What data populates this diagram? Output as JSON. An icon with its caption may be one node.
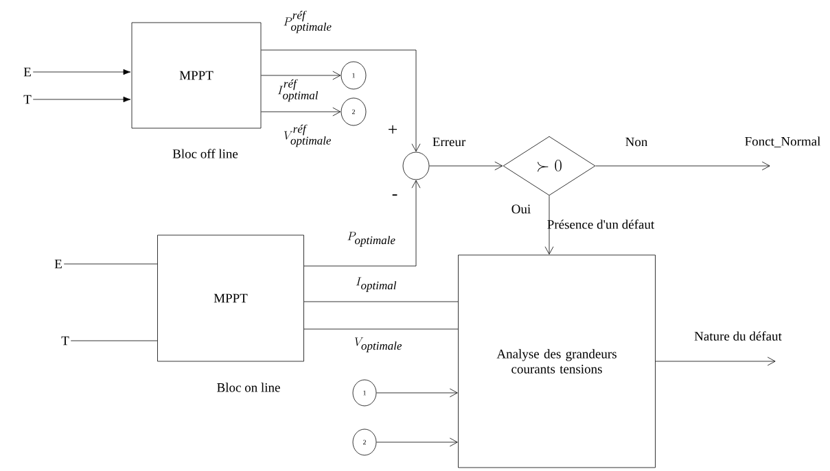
{
  "diagram": {
    "nodes": [
      {
        "text": [
          "E"
        ]
      },
      {
        "text": [
          "T"
        ]
      },
      {
        "text": [
          "MPPT"
        ],
        "beside": [
          "Bloc off line"
        ]
      },
      {
        "text": [
          "1"
        ]
      },
      {
        "text": [
          "2"
        ]
      },
      {
        "text": [],
        "shape": "circle"
      },
      {
        "text": [
          "\\succ 0"
        ]
      },
      {
        "text": [
          "E"
        ]
      },
      {
        "text": [
          "T"
        ]
      },
      {
        "text": [
          "MPPT"
        ],
        "beside": [
          "Bloc on line"
        ]
      },
      {
        "text": [
          "Analyse des grandeurs courants tensions"
        ]
      },
      {
        "text": [
          "1"
        ]
      },
      {
        "text": [
          "2"
        ]
      }
    ],
    "edges": [
      {
        "from": 0,
        "to": 2,
        "arrow": "to"
      },
      {
        "from": 1,
        "to": 2,
        "arrow": "to"
      },
      {
        "from": 2,
        "to": 5,
        "arrow": "to",
        "label": "P^{\\textit{réf}}_{\\textit{optimale}}"
      },
      {
        "from": 2,
        "to": 3,
        "arrow": "to",
        "label": "I^{\\textit{réf}}_{\\textit{optimal}}"
      },
      {
        "from": 2,
        "to": 4,
        "arrow": "to",
        "label": "V^{\\textit{réf}}_{\\textit{optimale}}"
      },
      {
        "from": 9,
        "to": 5,
        "arrow": "to",
        "label": "P_{\\textit{optimale}}"
      },
      {
        "from": 5,
        "to": 6,
        "arrow": "to",
        "label": "Erreur"
      },
      {
        "from": 6,
        "to": null,
        "arrow": "to",
        "label": "Non"
      },
      {
        "from": 6,
        "to": 10,
        "arrow": "to",
        "label": "Oui"
      },
      {
        "from": 7,
        "to": 9,
        "arrow": "none"
      },
      {
        "from": 8,
        "to": 9,
        "arrow": "none"
      },
      {
        "from": 9,
        "to": 10,
        "arrow": "none",
        "label": "I_{\\textit{optimal}}"
      },
      {
        "from": 9,
        "to": 10,
        "arrow": "none",
        "label": "V_{\\textit{optimale}}"
      },
      {
        "from": 11,
        "to": 10,
        "arrow": "to"
      },
      {
        "from": 12,
        "to": 10,
        "arrow": "to"
      },
      {
        "from": 10,
        "to": null,
        "arrow": "to",
        "label": "Nature du défaut"
      }
    ],
    "labels": [
      "+",
      "-",
      "Fonct_Normal",
      "Présence d'un défaut"
    ]
  }
}
